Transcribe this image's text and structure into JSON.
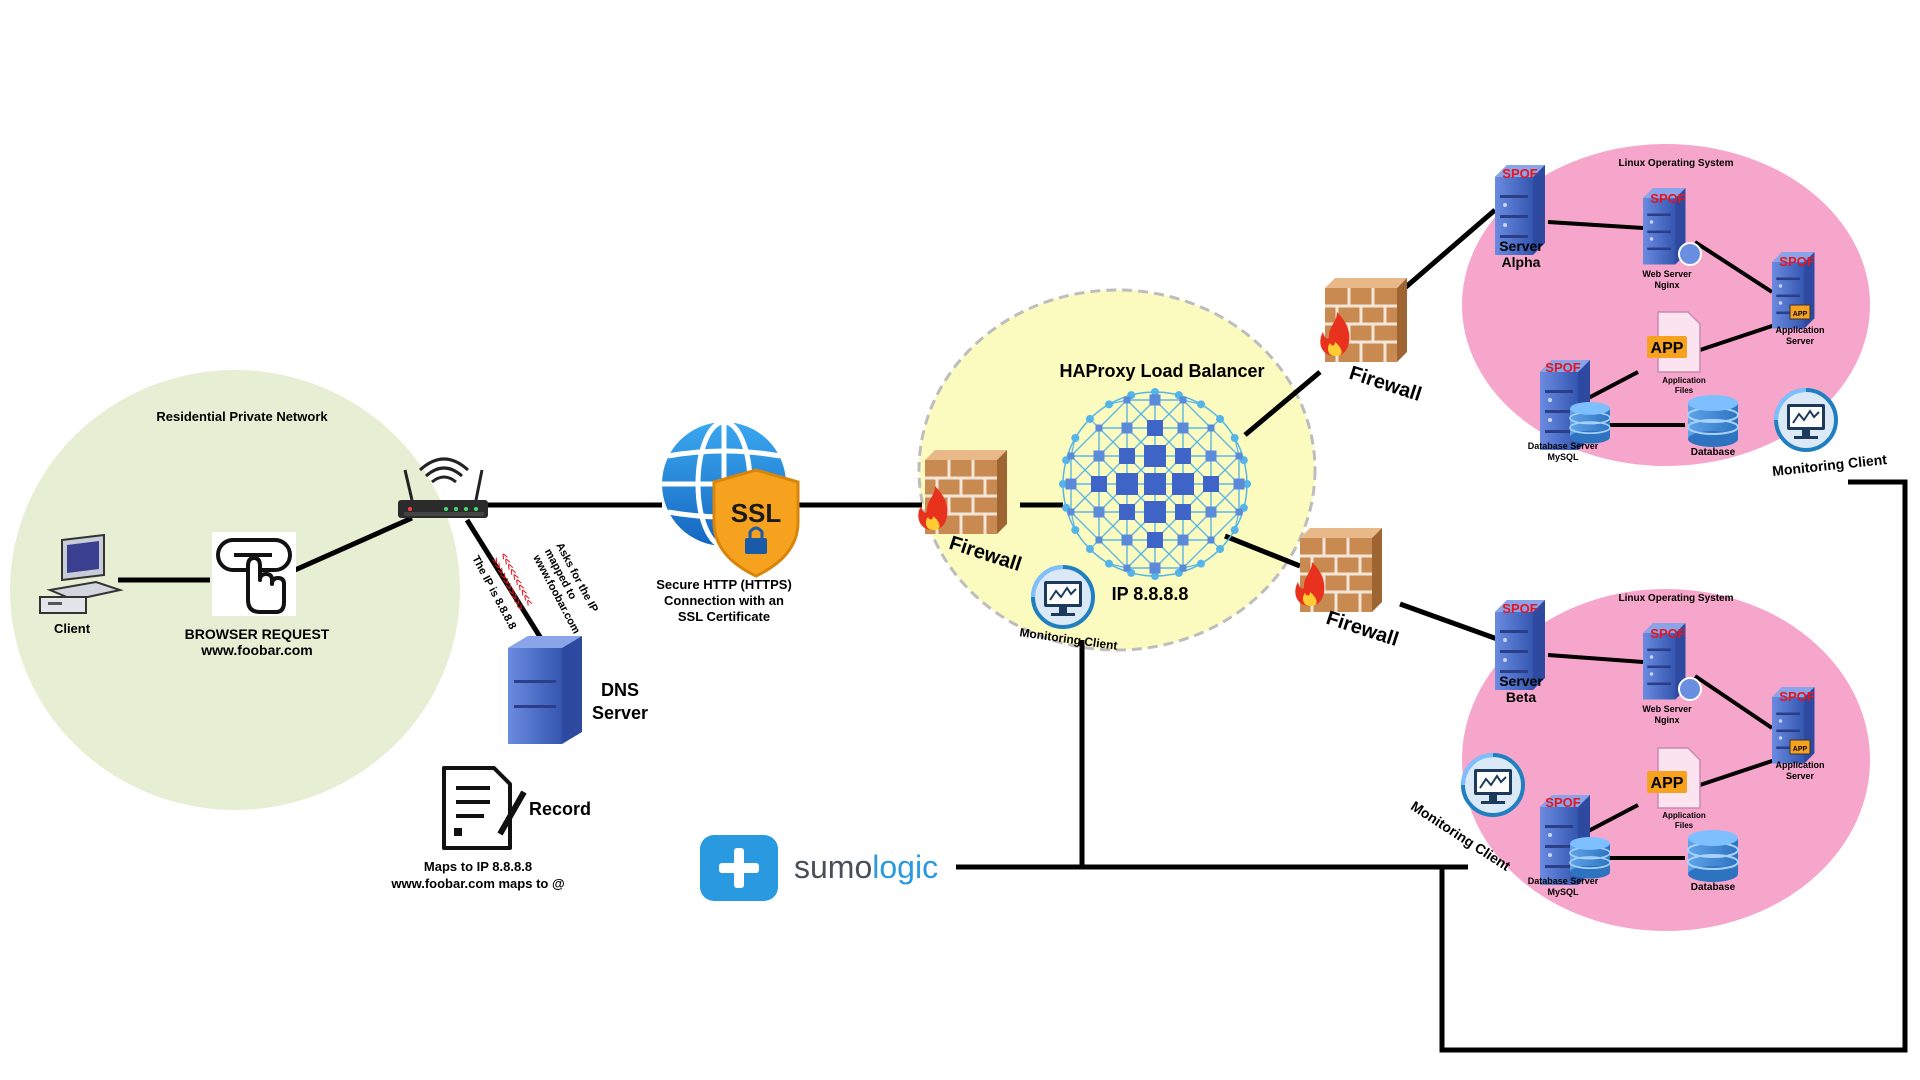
{
  "colors": {
    "residential_zone": "#e6efd4",
    "load_balancer_zone": "#fbfbbf",
    "linux_zone": "#f7a6cb",
    "server_blue": "#4d6ecb",
    "server_blue_dark": "#2d4aa0",
    "spof_red": "#e8141e",
    "brick": "#c98a52",
    "sumologic_blue": "#2a9ae0",
    "line": "#000000"
  },
  "labels": {
    "residential_network": "Residential Private Network",
    "client": "Client",
    "browser_request": "BROWSER REQUEST",
    "browser_url": "www.foobar.com",
    "asks_line1": "Asks for the IP",
    "asks_line2": "mapped to",
    "asks_line3": "www.foobar.com",
    "arrows_up": "<<<<<<<<<<",
    "arrows_down": ">>>>>>>>>>",
    "the_ip_is": "The IP is 8.8.8.8",
    "dns_line1": "DNS",
    "dns_line2": "Server",
    "record": "Record",
    "maps_line1": "Maps to IP 8.8.8.8",
    "maps_line2": "www.foobar.com maps to @",
    "ssl_badge": "SSL",
    "https_line1": "Secure HTTP (HTTPS)",
    "https_line2": "Connection with an",
    "https_line3": "SSL Certificate",
    "firewall": "Firewall",
    "load_balancer": "HAProxy Load Balancer",
    "ip": "IP 8.8.8.8",
    "monitoring_client": "Monitoring Client",
    "sumologic_prefix": "sumo",
    "sumologic_suffix": "logic"
  },
  "clusters": [
    {
      "title": "Linux Operating System",
      "spof": "SPOF",
      "server_line1": "Server",
      "server_line2": "Alpha",
      "web_line1": "Web Server",
      "web_line2": "Nginx",
      "app_line1": "Application",
      "app_line2": "Server",
      "app_icon": "APP",
      "app_small": "APP",
      "files_line1": "Application",
      "files_line2": "Files",
      "db_server_line1": "Database Server",
      "db_server_line2": "MySQL",
      "database": "Database"
    },
    {
      "title": "Linux Operating System",
      "spof": "SPOF",
      "server_line1": "Server",
      "server_line2": "Beta",
      "web_line1": "Web Server",
      "web_line2": "Nginx",
      "app_line1": "Application",
      "app_line2": "Server",
      "app_icon": "APP",
      "app_small": "APP",
      "files_line1": "Application",
      "files_line2": "Files",
      "db_server_line1": "Database Server",
      "db_server_line2": "MySQL",
      "database": "Database"
    }
  ]
}
